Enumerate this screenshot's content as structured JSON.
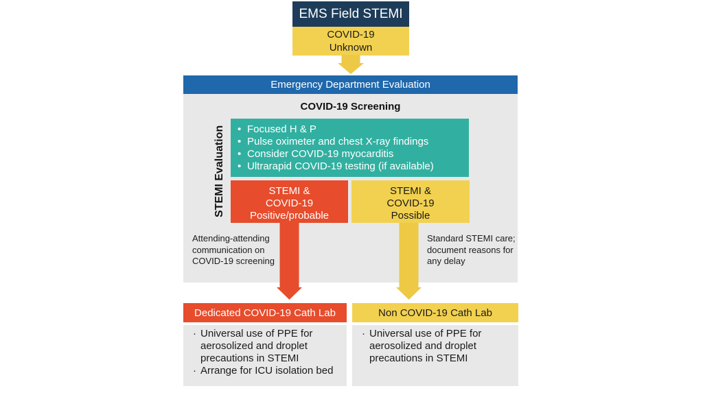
{
  "colors": {
    "navy": "#1d3c59",
    "yellow": "#f2d150",
    "yellow_arrow": "#edc945",
    "blue": "#1f68ac",
    "teal": "#31b0a1",
    "red": "#e74c2c",
    "panel_gray": "#e8e8e8",
    "text_dark": "#1a1a1a",
    "text_white": "#ffffff"
  },
  "bullets": {
    "round": "•",
    "small": "·"
  },
  "top": {
    "title_box": "EMS Field STEMI",
    "status_lines": [
      "COVID-19",
      "Unknown"
    ]
  },
  "ed_bar": {
    "label": "Emergency Department Evaluation"
  },
  "screening": {
    "title": "COVID-19 Screening",
    "side_label": "STEMI Evaluation",
    "items": [
      "Focused H & P",
      "Pulse oximeter and chest X-ray findings",
      "Consider COVID-19 myocarditis",
      "Ultrarapid COVID-19 testing (if available)"
    ]
  },
  "branches": {
    "positive": {
      "lines": [
        "STEMI &",
        "COVID-19",
        "Positive/probable"
      ]
    },
    "possible": {
      "lines": [
        "STEMI &",
        "COVID-19",
        "Possible"
      ]
    }
  },
  "annotations": {
    "left_lines": [
      "Attending-attending",
      "communication on",
      "COVID-19 screening"
    ],
    "right_lines": [
      "Standard STEMI care;",
      "document reasons for",
      "any delay"
    ]
  },
  "outcomes": {
    "left": {
      "title": "Dedicated COVID-19 Cath Lab",
      "items": [
        [
          "Universal use of PPE for",
          "aerosolized and droplet",
          "precautions in STEMI"
        ],
        [
          "Arrange for ICU isolation bed"
        ]
      ]
    },
    "right": {
      "title": "Non COVID-19 Cath Lab",
      "items": [
        [
          "Universal use of PPE for",
          "aerosolized and droplet",
          "precautions in STEMI"
        ]
      ]
    }
  }
}
